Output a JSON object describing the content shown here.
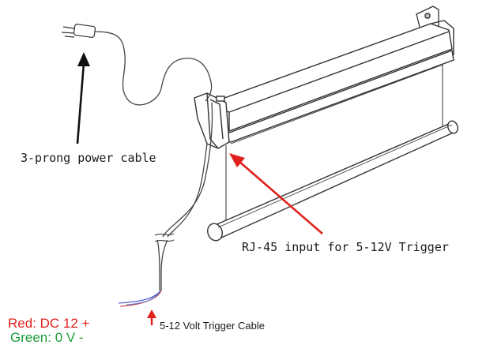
{
  "labels": {
    "power_cable": "3-prong power cable",
    "rj45_input": "RJ-45 input for 5-12V Trigger",
    "trigger_cable": "5-12 Volt Trigger Cable",
    "red_wire": "Red: DC 12 +",
    "green_wire": "Green: 0 V -"
  },
  "colors": {
    "red_label": "#e0201b",
    "green_label": "#1a9c3a",
    "red_arrow": "#e0201b",
    "black_arrow": "#111111",
    "line_art": "#333333",
    "wire_red": "#c03030",
    "wire_blue": "#3040c0"
  },
  "icons": {
    "screen": "motorized-projector-screen",
    "plug": "three-prong-plug-icon"
  }
}
